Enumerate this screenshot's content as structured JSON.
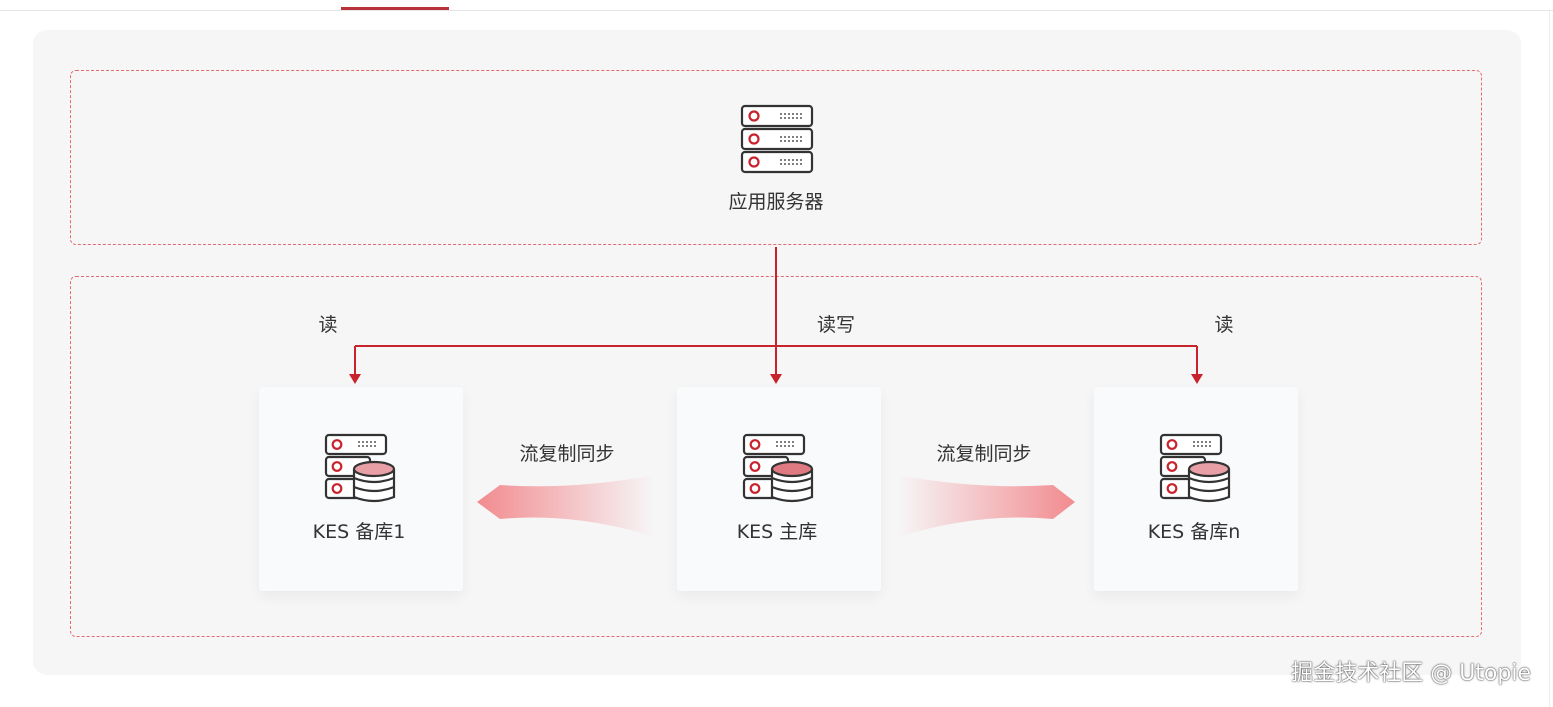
{
  "nodes": {
    "app_server": "应用服务器",
    "standby_1": "KES 备库1",
    "primary": "KES 主库",
    "standby_n": "KES 备库n"
  },
  "edges": {
    "read_left": "读",
    "read_write": "读写",
    "read_right": "读",
    "replication_left": "流复制同步",
    "replication_right": "流复制同步"
  },
  "watermark": "掘金技术社区 @ Utopie",
  "colors": {
    "accent": "#c8232c",
    "dashed_border": "#e26a70",
    "arrow_fill": "#f28b8f",
    "db_fill": "#e8a0a6"
  },
  "icons": {
    "app_server": "server-rack-icon",
    "databases": "server-database-icon"
  }
}
